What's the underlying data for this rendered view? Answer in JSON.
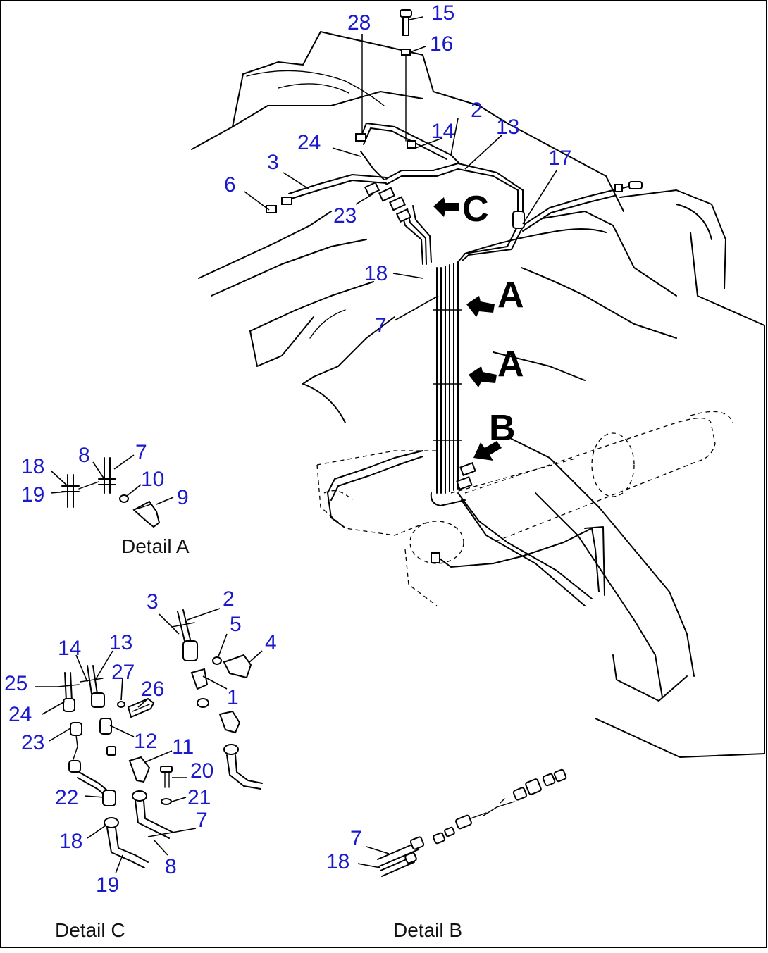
{
  "labels": {
    "n1": "1",
    "n2": "2",
    "n3": "3",
    "n4": "4",
    "n5": "5",
    "n6": "6",
    "n7": "7",
    "n8": "8",
    "n9": "9",
    "n10": "10",
    "n11": "11",
    "n12": "12",
    "n13": "13",
    "n14": "14",
    "n15": "15",
    "n16": "16",
    "n17": "17",
    "n18": "18",
    "n19": "19",
    "n20": "20",
    "n21": "21",
    "n22": "22",
    "n23": "23",
    "n24": "24",
    "n25": "25",
    "n26": "26",
    "n27": "27",
    "n28": "28"
  },
  "view_markers": {
    "a": "A",
    "b": "B",
    "c": "C"
  },
  "captions": {
    "detail_a": "Detail A",
    "detail_b": "Detail B",
    "detail_c": "Detail C"
  }
}
